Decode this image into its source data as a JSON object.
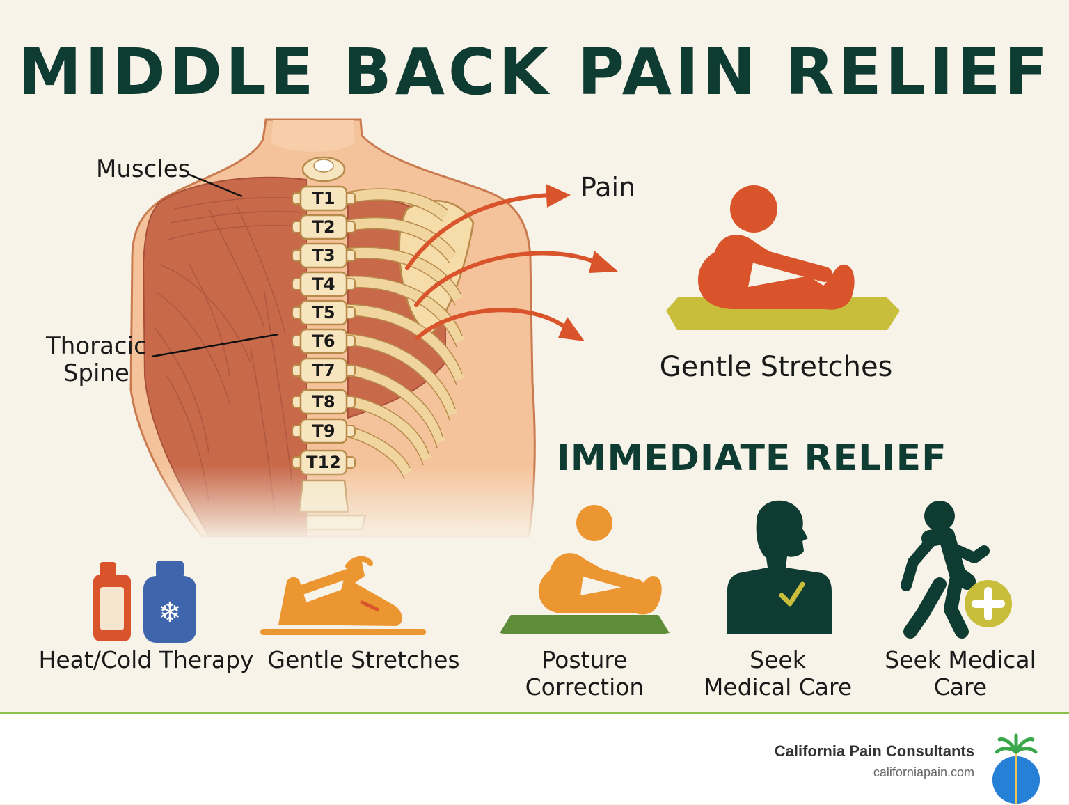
{
  "title": "MIDDLE BACK PAIN RELIEF",
  "anatomy": {
    "muscles_label": "Muscles",
    "thoracic_label_line1": "Thoracic",
    "thoracic_label_line2": "Spine",
    "pain_label": "Pain",
    "vertebrae": [
      "T1",
      "T2",
      "T3",
      "T4",
      "T5",
      "T6",
      "T7",
      "T8",
      "T9",
      "T12"
    ]
  },
  "hero": {
    "caption": "Gentle Stretches",
    "icon": "seated-stretch-icon"
  },
  "section_heading": "IMMEDIATE RELIEF",
  "relief_items": [
    {
      "label": "Heat/Cold Therapy",
      "icon": "heat-cold-bottles-icon"
    },
    {
      "label": "Gentle Stretches",
      "icon": "stretch-icon"
    },
    {
      "label": "Posture Correction",
      "icon": "seated-stretch-icon"
    },
    {
      "label_line1": "Seek",
      "label_line2": "Medical Care",
      "icon": "person-check-icon"
    },
    {
      "label_line1": "Seek Medical",
      "label_line2": "Care",
      "icon": "walking-medical-icon"
    }
  ],
  "footer": {
    "brand": "California Pain Consultants",
    "url": "californiapain.com",
    "logo_icon": "palm-globe-icon"
  },
  "colors": {
    "title": "#0e3b32",
    "accent_orange": "#d9532b",
    "amber": "#ec9632",
    "mat": "#c9bd3c",
    "green_mat": "#5e8d3a",
    "divider": "#8bc34a"
  }
}
